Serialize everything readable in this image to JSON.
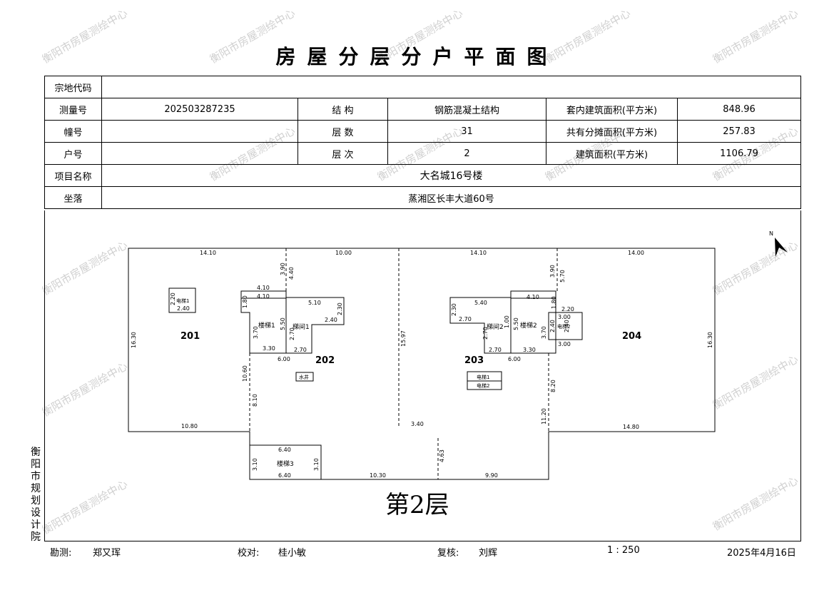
{
  "title": "房屋分层分户平面图",
  "watermark_text": "衡阳市房屋测绘中心",
  "info": {
    "parcel_code_label": "宗地代码",
    "parcel_code": "",
    "survey_no_label": "测量号",
    "survey_no": "202503287235",
    "structure_label": "结 构",
    "structure": "钢筋混凝土结构",
    "inner_area_label": "套内建筑面积(平方米)",
    "inner_area": "848.96",
    "building_label": "幢号",
    "building": "",
    "floors_label": "层 数",
    "floors": "31",
    "shared_area_label": "共有分摊面积(平方米)",
    "shared_area": "257.83",
    "unit_label": "户号",
    "unit": "",
    "floor_level_label": "层 次",
    "floor_level": "2",
    "total_area_label": "建筑面积(平方米)",
    "total_area": "1106.79",
    "project_label": "项目名称",
    "project": "大名城16号楼",
    "location_label": "坐落",
    "location": "蒸湘区长丰大道60号"
  },
  "side_label": "衡阳市规划设计院",
  "floor_label": "第2层",
  "north_label": "N",
  "plan": {
    "units": [
      "201",
      "202",
      "203",
      "204"
    ],
    "rooms": {
      "elevator_a": "电梯1",
      "stair1": "楼梯1",
      "stairhall1": "梯间1",
      "water_well": "水井",
      "stairhall2": "梯间2",
      "stair2": "楼梯2",
      "elevator_b": "电梯2",
      "elevator_c1": "电梯1",
      "elevator_c2": "电梯2",
      "stair3": "楼梯3"
    },
    "dims": {
      "top_201": "14.10",
      "top_202": "10.00",
      "top_203": "14.10",
      "top_204": "14.00",
      "left_201": "16.30",
      "right_204": "16.30",
      "bottom_201": "10.80",
      "bottom_204": "14.80",
      "v1": "3.90",
      "v2": "4.40",
      "c1a": "4.10",
      "c1b": "4.10",
      "c1c": "1.80",
      "c1d": "5.10",
      "c1e": "2.40",
      "c1f": "2.30",
      "c1g": "5.50",
      "c1h": "3.70",
      "c1i": "2.70",
      "c1j": "3.30",
      "c1k": "2.70",
      "c1l": "6.00",
      "e1a": "2.20",
      "e1b": "2.40",
      "mid": "15.97",
      "c2a": "5.40",
      "c2b": "2.30",
      "c2c": "2.70",
      "c2d": "4.10",
      "c2e": "1.80",
      "c2f": "3.90",
      "c2g": "5.70",
      "c2h": "2.70",
      "c2i": "5.50",
      "c2j": "1.00",
      "c2k": "3.70",
      "c2l": "2.70",
      "c2m": "3.30",
      "c2n": "6.00",
      "e2a": "2.20",
      "e2b": "3.00",
      "e2c": "2.40",
      "e2d": "2.40",
      "e2e": "3.00",
      "l1": "10.60",
      "l2": "8.10",
      "r1": "8.20",
      "r2": "11.20",
      "b1": "3.40",
      "b2": "4.63",
      "b3": "10.30",
      "b4": "9.90",
      "s3a": "6.40",
      "s3b": "3.10",
      "s3c": "3.10",
      "s3d": "6.40"
    }
  },
  "footer": {
    "survey_label": "勘测:",
    "surveyor": "郑又珲",
    "check_label": "校对:",
    "checker": "桂小敏",
    "review_label": "复核:",
    "reviewer": "刘辉",
    "scale": "1 : 250",
    "date": "2025年4月16日"
  }
}
